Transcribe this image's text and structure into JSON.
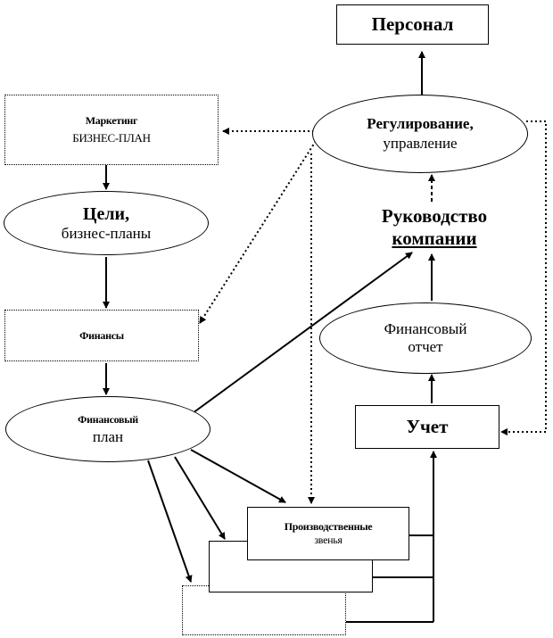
{
  "nodes": {
    "personnel": "Персонал",
    "marketing": {
      "line1": "Маркетинг",
      "line2": "БИЗНЕС-ПЛАН"
    },
    "regulation": {
      "line1": "Регулирование,",
      "line2": "управление"
    },
    "goals": {
      "line1": "Цели,",
      "line2": "бизнес-планы"
    },
    "leadership": {
      "line1": "Руководство",
      "line2": "компании"
    },
    "finance": "Финансы",
    "fin_report": {
      "line1": "Финансовый",
      "line2": "отчет"
    },
    "fin_plan": {
      "line1": "Финансовый",
      "line2": "план"
    },
    "accounting": "Учет",
    "production": {
      "line1": "Производственные",
      "line2": "звенья"
    }
  }
}
